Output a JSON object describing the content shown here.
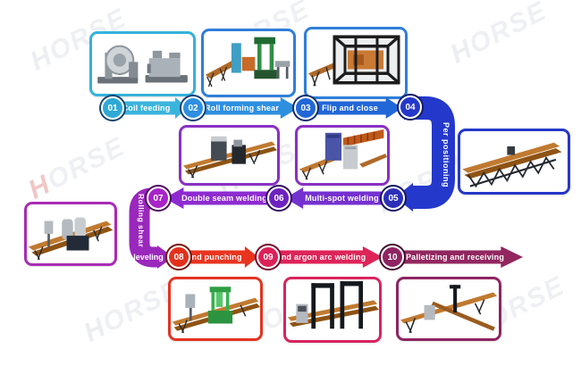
{
  "watermark": {
    "h": "H",
    "rest": "ORSE"
  },
  "flow": {
    "steps": [
      "01",
      "02",
      "03",
      "04",
      "05",
      "06",
      "07",
      "08",
      "09",
      "10"
    ],
    "arrows": {
      "coil_feeding": "Coil feeding",
      "roll_forming_shear": "Roll forming shear",
      "flip_and_close": "Flip and close",
      "per_positioning": "Per positioning",
      "multi_spot_welding": "Multi-spot welding",
      "double_seam_welding": "Double seam welding",
      "rolling_shear": "Rolling shear",
      "leveling": "leveling",
      "end_punching": "End punching",
      "end_argon_arc_welding": "End argon arc welding",
      "palletizing_and_receiving": "Palletizing and receiving"
    }
  },
  "palette": {
    "step_01": "#2fa9d6",
    "step_02": "#2e8fe0",
    "step_03": "#2267d8",
    "step_04_ribbon": "#2438cc",
    "step_05": "#7431d0",
    "step_06": "#8d2bd0",
    "step_07_ribbon": "#9a28bc",
    "step_08": "#e8341f",
    "step_09": "#de2358",
    "step_10": "#92265f"
  },
  "images": {
    "coil_feeding": "coil-feeding-machine",
    "roll_forming_shear": "roll-forming-shear-machine",
    "flip_and_close": "flip-and-close-machine",
    "per_positioning": "per-positioning-conveyor",
    "double_seam_welding": "double-seam-welding-machine",
    "multi_spot_welding": "multi-spot-welding-machine",
    "rolling_shear_leveling": "rolling-shear-leveling-machine",
    "end_punching": "end-punching-machine",
    "end_argon_arc_welding": "end-argon-arc-welding-machine",
    "palletizing": "palletizing-conveyor"
  }
}
